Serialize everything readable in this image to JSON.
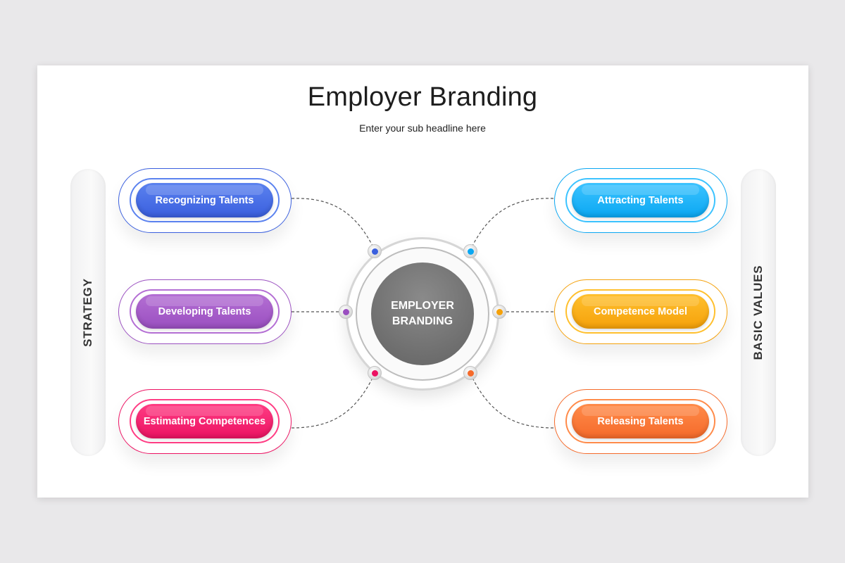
{
  "title": "Employer Branding",
  "subtitle": "Enter your sub headline here",
  "left_label": "STRATEGY",
  "right_label": "BASIC VALUES",
  "center": {
    "label": "EMPLOYER BRANDING",
    "color": "#6e6e6e"
  },
  "items": [
    {
      "label": "Recognizing Talents",
      "color": "#3a5fde",
      "color_light": "#5b82ef"
    },
    {
      "label": "Developing Talents",
      "color": "#9a4fc0",
      "color_light": "#b46fd4"
    },
    {
      "label": "Estimating Competences",
      "color": "#ec1262",
      "color_light": "#ff3d84"
    },
    {
      "label": "Attracting Talents",
      "color": "#0aa7f2",
      "color_light": "#3cc3ff"
    },
    {
      "label": "Competence Model",
      "color": "#f5a10a",
      "color_light": "#ffc02e"
    },
    {
      "label": "Releasing Talents",
      "color": "#f56a2a",
      "color_light": "#ff8b4a"
    }
  ]
}
